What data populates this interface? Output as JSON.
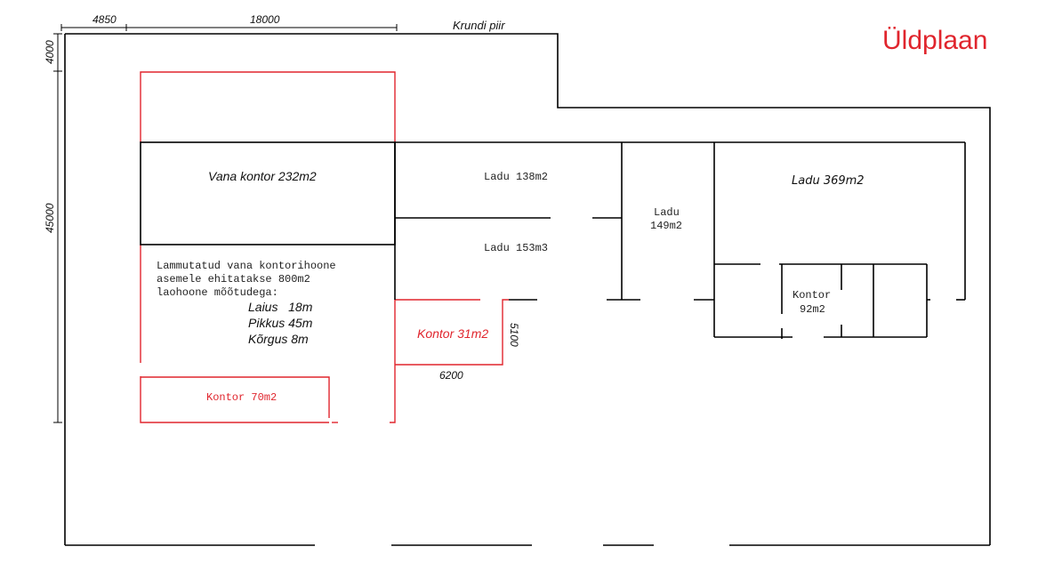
{
  "title": "Üldplaan",
  "colors": {
    "accent": "#e0252d",
    "wall": "#000000"
  },
  "dimensions": {
    "top_left": "4850",
    "top_main": "18000",
    "left_top": "4000",
    "left_main": "45000",
    "kontor31_height": "5100",
    "kontor31_width": "6200"
  },
  "labels": {
    "boundary": "Krundi piir",
    "vana_kontor": "Vana kontor 232m2",
    "ladu_138": "Ladu 138m2",
    "ladu_153": "Ladu 153m3",
    "ladu_149_line1": "Ladu",
    "ladu_149_line2": "149m2",
    "ladu_369": "Ladu 369m2",
    "kontor_92_line1": "Kontor",
    "kontor_92_line2": "92m2",
    "kontor_31": "Kontor 31m2",
    "kontor_70": "Kontor 70m2"
  },
  "note": {
    "lines": [
      "Lammutatud vana kontorihoone",
      "asemele ehitatakse 800m2",
      "laohoone mõõtudega:"
    ],
    "specs": [
      "Laius   18m",
      "Pikkus 45m",
      "Kõrgus 8m"
    ]
  }
}
